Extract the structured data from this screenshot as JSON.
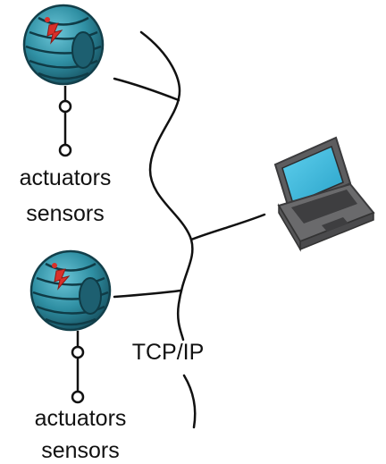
{
  "nodes": [
    {
      "line1": "actuators",
      "line2": "sensors"
    },
    {
      "line1": "actuators",
      "line2": "sensors"
    }
  ],
  "network": {
    "label": "TCP/IP"
  },
  "colors": {
    "node_body": "#2f8fa3",
    "node_dark": "#1d5f70",
    "node_accent": "#d9302a",
    "laptop_body": "#5d5d5f",
    "laptop_screen": "#43b9d9",
    "line": "#111111"
  },
  "icons": [
    "robot-node-icon",
    "laptop-icon"
  ]
}
